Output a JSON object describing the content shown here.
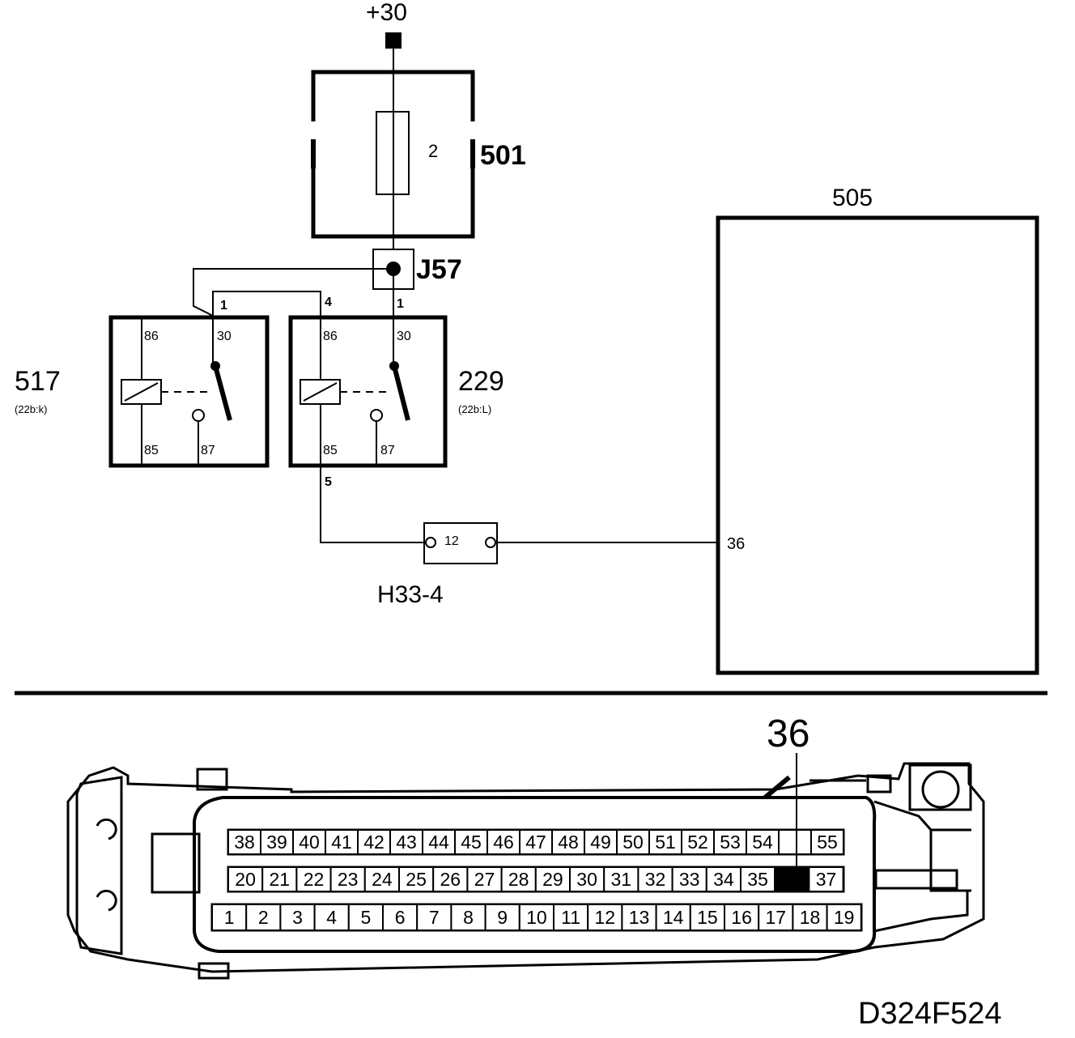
{
  "supply": {
    "label": "+30"
  },
  "fuse_box": {
    "id": "501",
    "fuse_number": "2"
  },
  "junction": {
    "id": "J57"
  },
  "relay_517": {
    "id": "517",
    "position": "(22b:k)",
    "pin_86": "86",
    "pin_30": "30",
    "pin_85": "85",
    "pin_87": "87",
    "wire_top": "1"
  },
  "relay_229": {
    "id": "229",
    "position": "(22b:L)",
    "pin_86": "86",
    "pin_30": "30",
    "pin_85": "85",
    "pin_87": "87",
    "wire_top_left": "4",
    "wire_top_right": "1",
    "wire_bottom": "5"
  },
  "connector": {
    "id": "H33-4",
    "pin": "12"
  },
  "ecu": {
    "id": "505",
    "pin": "36"
  },
  "ecu_connector": {
    "highlight_pin": "36",
    "row_top": [
      "38",
      "39",
      "40",
      "41",
      "42",
      "43",
      "44",
      "45",
      "46",
      "47",
      "48",
      "49",
      "50",
      "51",
      "52",
      "53",
      "54",
      "",
      "55"
    ],
    "row_middle": [
      "20",
      "21",
      "22",
      "23",
      "24",
      "25",
      "26",
      "27",
      "28",
      "29",
      "30",
      "31",
      "32",
      "33",
      "34",
      "35",
      "36",
      "37"
    ],
    "row_bottom": [
      "1",
      "2",
      "3",
      "4",
      "5",
      "6",
      "7",
      "8",
      "9",
      "10",
      "11",
      "12",
      "13",
      "14",
      "15",
      "16",
      "17",
      "18",
      "19"
    ]
  },
  "figure_code": "D324F524"
}
